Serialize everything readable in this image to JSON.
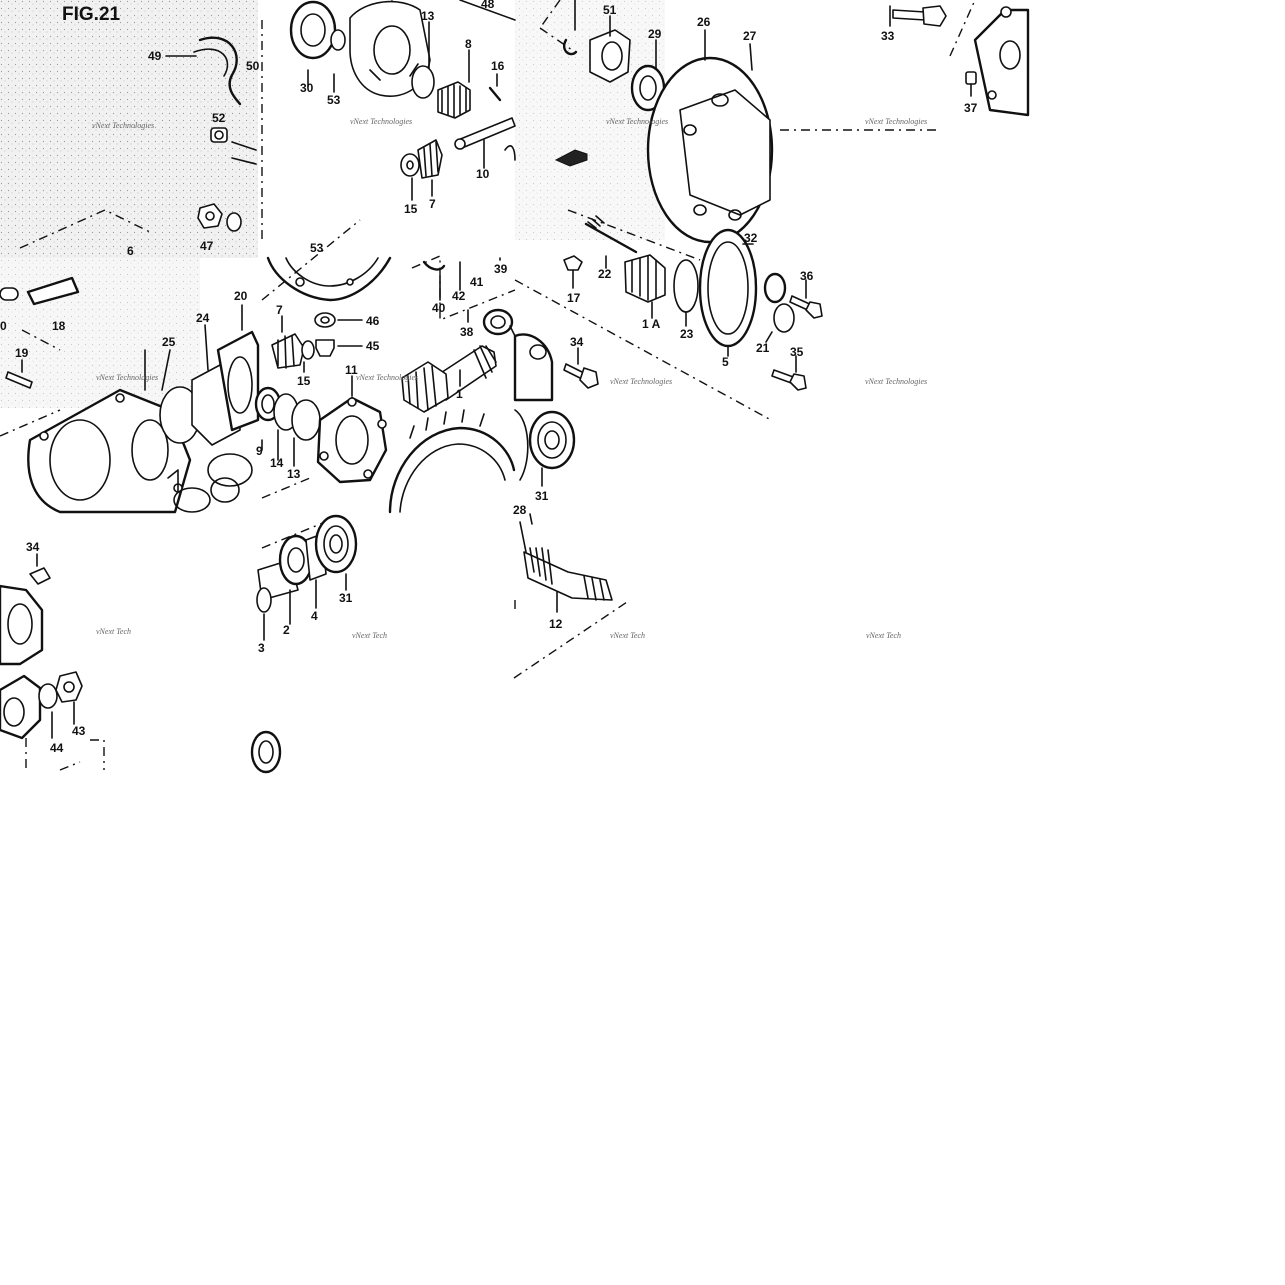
{
  "figure": {
    "title": "FIG.21"
  },
  "watermark": {
    "text": "vNext Technologies",
    "text_cut": "vNext Tech"
  },
  "labels": {
    "p1": "1",
    "p1a": "1 A",
    "p2": "2",
    "p3": "3",
    "p4": "4",
    "p5": "5",
    "p6": "6",
    "p7": "7",
    "p8": "8",
    "p9": "9",
    "p10": "10",
    "p11": "11",
    "p12": "12",
    "p13": "13",
    "p14": "14",
    "p15": "15",
    "p16": "16",
    "p17": "17",
    "p18": "18",
    "p19": "19",
    "p20": "20",
    "p21": "21",
    "p22": "22",
    "p23": "23",
    "p24": "24",
    "p25": "25",
    "p26": "26",
    "p27": "27",
    "p28": "28",
    "p29": "29",
    "p30": "30",
    "p31": "31",
    "p32": "32",
    "p33": "33",
    "p34": "34",
    "p35": "35",
    "p36": "36",
    "p37": "37",
    "p38": "38",
    "p39": "39",
    "p40": "40",
    "p41": "41",
    "p42": "42",
    "p43": "43",
    "p44": "44",
    "p45": "45",
    "p46": "46",
    "p47": "47",
    "p48": "48",
    "p49": "49",
    "p50": "50",
    "p51": "51",
    "p52": "52",
    "p53": "53",
    "p0": "0"
  }
}
